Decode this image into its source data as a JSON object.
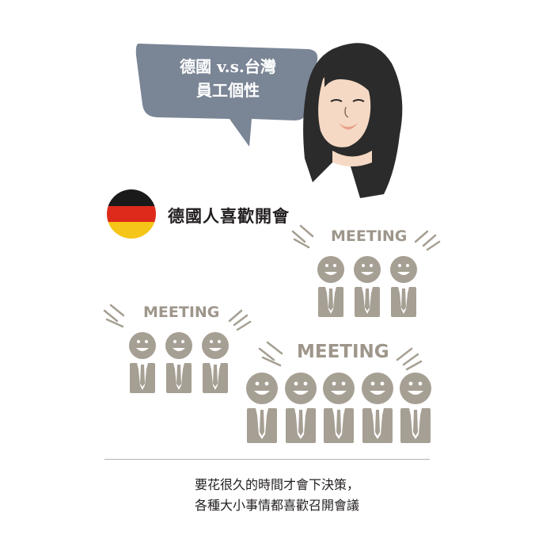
{
  "speech_bubble": {
    "line1": "德國 v.s.台灣",
    "line2": "員工個性"
  },
  "flag": {
    "colors": [
      "#1a1a1a",
      "#dd2a1b",
      "#f5c518"
    ]
  },
  "section": {
    "headline": "德國人喜歡開會"
  },
  "meetings": {
    "group_top_label": "MEETING",
    "group_left_label": "MEETING",
    "group_bottom_label": "MEETING"
  },
  "caption": {
    "line1": "要花很久的時間才會下決策，",
    "line2": "各種大小事情都喜歡召開會議"
  },
  "colors": {
    "bubble": "#7a8596",
    "figure": "#a69f93",
    "figure_text": "#9e968b",
    "text": "#231f20"
  }
}
